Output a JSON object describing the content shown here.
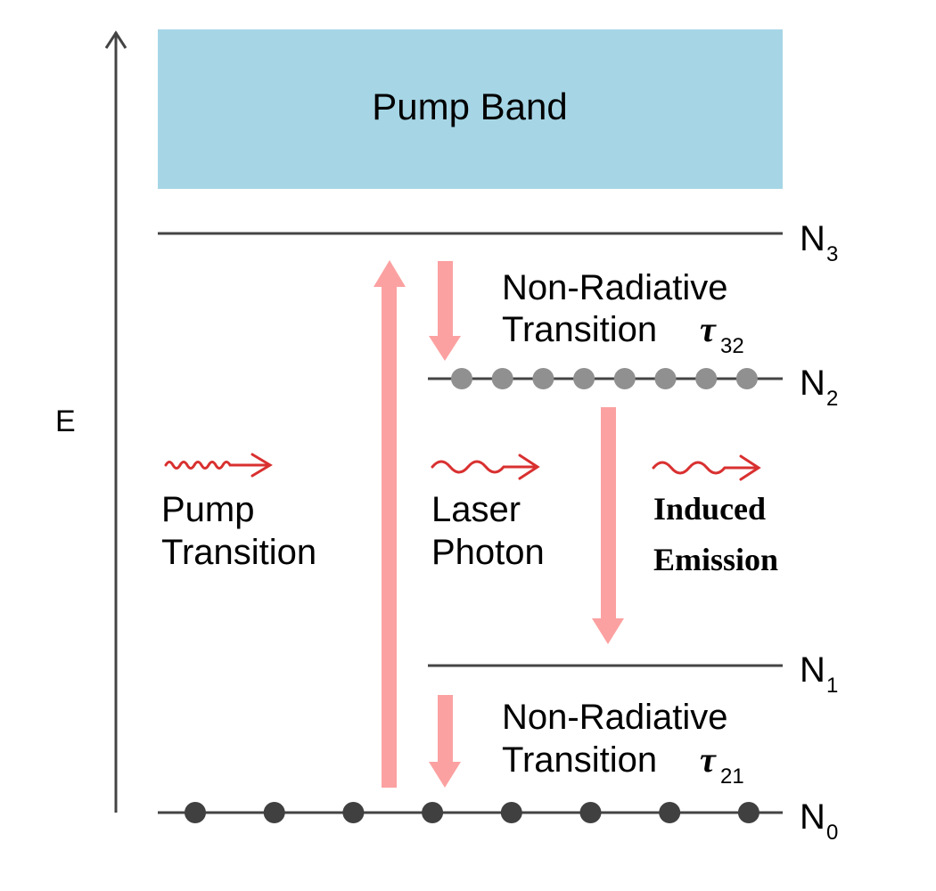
{
  "axis": {
    "label": "E"
  },
  "pump_band": {
    "label": "Pump Band",
    "color": "#a6d6e6"
  },
  "levels": [
    {
      "id": "N3",
      "main": "N",
      "sub": "3"
    },
    {
      "id": "N2",
      "main": "N",
      "sub": "2",
      "particles": 8,
      "particle_color": "#909090"
    },
    {
      "id": "N1",
      "main": "N",
      "sub": "1"
    },
    {
      "id": "N0",
      "main": "N",
      "sub": "0",
      "particles": 8,
      "particle_color": "#404040"
    }
  ],
  "transitions": {
    "nonrad_32": {
      "line1": "Non-Radiative",
      "line2": "Transition",
      "symbol": "τ",
      "sub": "32"
    },
    "nonrad_21": {
      "line1": "Non-Radiative",
      "line2": "Transition",
      "symbol": "τ",
      "sub": "21"
    }
  },
  "legend": {
    "pump": {
      "line1": "Pump",
      "line2": "Transition"
    },
    "laser": {
      "line1": "Laser",
      "line2": "Photon"
    },
    "induced": {
      "line1": "Induced",
      "line2": "Emission"
    }
  },
  "colors": {
    "arrow": "#fca1a1",
    "wave": "#d93030",
    "line": "#444444"
  }
}
